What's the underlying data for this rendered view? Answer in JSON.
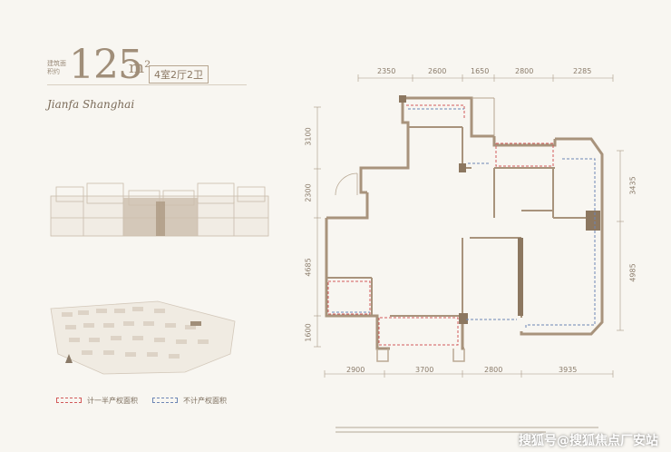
{
  "header": {
    "area_label": "建筑面积约",
    "area_value": "125",
    "area_unit": "m²",
    "layout": "4室2厅2卫",
    "project_script": "Jianfa Shanghai"
  },
  "dimensions": {
    "top": [
      "2350",
      "2600",
      "1650",
      "2800",
      "2285"
    ],
    "bottom": [
      "2900",
      "3700",
      "2800",
      "3935"
    ],
    "left": [
      "3100",
      "2300",
      "4685",
      "1600"
    ],
    "right": [
      "3435",
      "4985"
    ]
  },
  "legend": {
    "counted_half": "计一半产权面积",
    "not_counted": "不计产权面积",
    "counted_half_color": "#d25a5a",
    "not_counted_color": "#6d86b5"
  },
  "colors": {
    "wall": "#a8937c",
    "wall_dark": "#8c7760",
    "background": "#f8f6f1"
  },
  "watermark": "搜狐号@搜狐焦点厂安站"
}
